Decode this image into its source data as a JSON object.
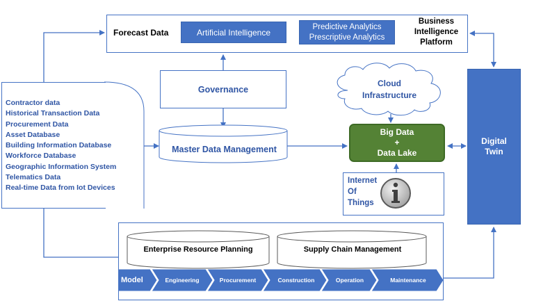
{
  "sources": {
    "items": [
      "Contractor data",
      "Historical Transaction Data",
      "Procurement Data",
      "Asset Database",
      "Building Information Database",
      "Workforce Database",
      "Geographic Information System",
      "Telematics Data",
      "Real-time Data from Iot Devices"
    ]
  },
  "bi": {
    "forecast": "Forecast Data",
    "ai": "Artificial Intelligence",
    "predictive": "Predictive Analytics",
    "prescriptive": "Prescriptive Analytics",
    "platform_line1": "Business",
    "platform_line2": "Intelligence",
    "platform_line3": "Platform"
  },
  "governance": "Governance",
  "mdm": "Master Data Management",
  "cloud": {
    "line1": "Cloud",
    "line2": "Infrastructure"
  },
  "bigdata": {
    "line1": "Big Data",
    "line2": "+",
    "line3": "Data Lake"
  },
  "iot": {
    "line1": "Internet",
    "line2": "Of",
    "line3": "Things",
    "icon": "info-icon"
  },
  "digital_twin": {
    "line1": "Digital",
    "line2": "Twin"
  },
  "erp": "Enterprise Resource Planning",
  "scm": "Supply Chain Management",
  "stages": {
    "model": "Model",
    "items": [
      "Engineering",
      "Procurement",
      "Construction",
      "Operation",
      "Maintenance"
    ]
  },
  "colors": {
    "blue": "#4472c4",
    "text_blue": "#2f55a4",
    "green": "#548235"
  }
}
